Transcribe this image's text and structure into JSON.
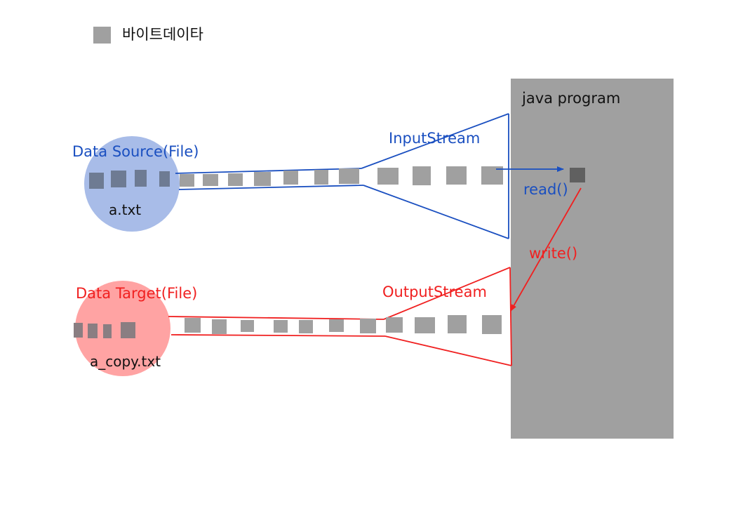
{
  "legend": {
    "label": "바이트데이타",
    "swatch_color": "#a0a0a0"
  },
  "program": {
    "label": "java program",
    "color": "#a0a0a0"
  },
  "source": {
    "title": "Data Source(File)",
    "filename": "a.txt",
    "circle_color": "#a8bce8"
  },
  "target": {
    "title": "Data Target(File)",
    "filename": "a_copy.txt",
    "circle_color": "#ffa3a3"
  },
  "input_stream": {
    "label": "InputStream",
    "color": "#1a4fc0"
  },
  "output_stream": {
    "label": "OutputStream",
    "color": "#f02020"
  },
  "methods": {
    "read": "read()",
    "write": "write()"
  },
  "colors": {
    "byte": "#a0a0a0",
    "byte_in_file": "#6e7b93",
    "byte_in_program": "#606060"
  }
}
